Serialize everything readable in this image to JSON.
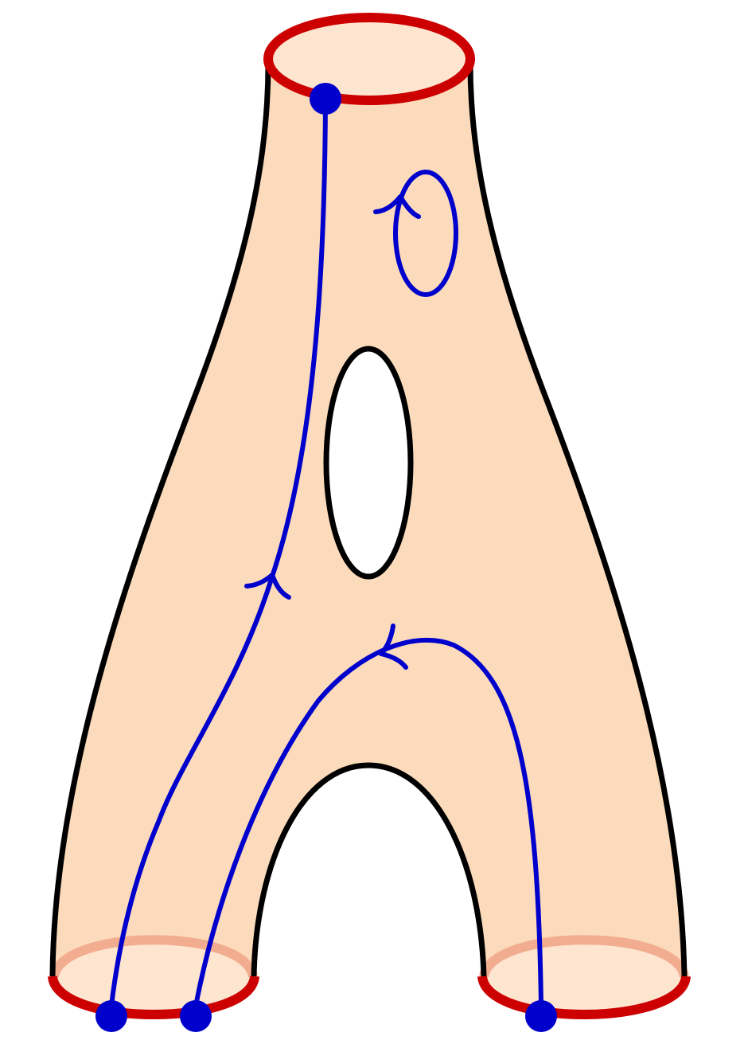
{
  "colors": {
    "surface_fill": "#fbdbbb",
    "cuff_fill": "#fde5cf",
    "outline": "#000000",
    "boundary": "#cc0000",
    "boundary_back": "#f2ad90",
    "path": "#0000cc",
    "marked_point": "#0000cc",
    "hole_fill": "#ffffff",
    "background": "#ffffff"
  },
  "diagram": {
    "shape": "pair-of-pants surface with one genus handle",
    "boundary_components": 3,
    "marked_points": 4,
    "oriented_arcs": 3,
    "closed_loops": 1,
    "labels": []
  }
}
